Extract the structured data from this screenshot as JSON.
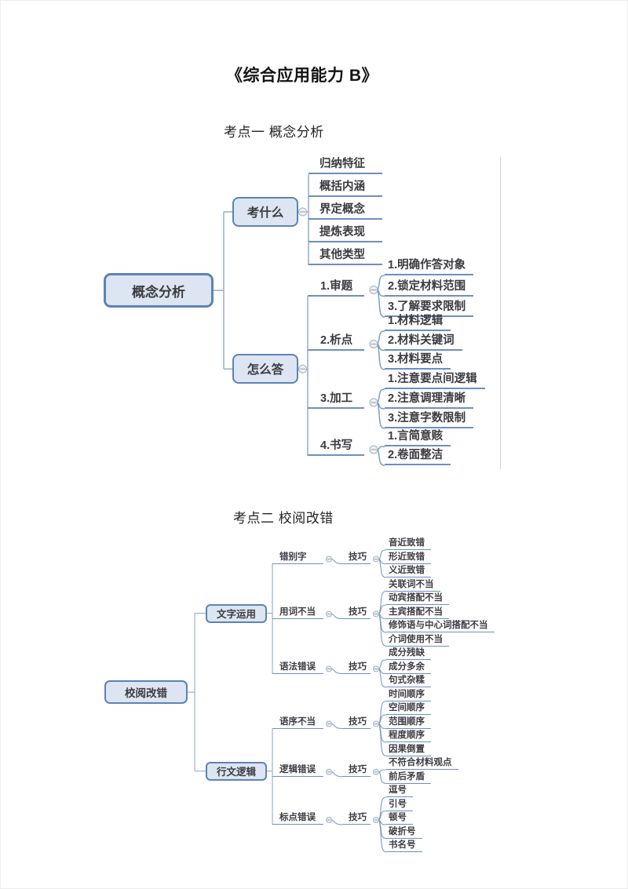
{
  "page": {
    "title": "《综合应用能力 B》",
    "sections": [
      {
        "heading": "考点一 概念分析"
      },
      {
        "heading": "考点二  校阅改错"
      }
    ]
  },
  "map1": {
    "root": "概念分析",
    "branches": [
      {
        "label": "考什么",
        "leaves": [
          "归纳特征",
          "概括内涵",
          "界定概念",
          "提炼表现",
          "其他类型"
        ]
      },
      {
        "label": "怎么答",
        "groups": [
          {
            "label": "1.审题",
            "leaves": [
              "1.明确作答对象",
              "2.锁定材料范围",
              "3.了解要求限制"
            ]
          },
          {
            "label": "2.析点",
            "leaves": [
              "1.材料逻辑",
              "2.材料关键词",
              "3.材料要点"
            ]
          },
          {
            "label": "3.加工",
            "leaves": [
              "1.注意要点间逻辑",
              "2.注意调理清晰",
              "3.注意字数限制"
            ]
          },
          {
            "label": "4.书写",
            "leaves": [
              "1.言简意赅",
              "2.卷面整洁"
            ]
          }
        ]
      }
    ]
  },
  "map2": {
    "root": "校阅改错",
    "branches": [
      {
        "label": "文字运用",
        "topics": [
          {
            "label": "错别字",
            "mid": "技巧",
            "leaves": [
              "音近致错",
              "形近致错",
              "义近致错"
            ]
          },
          {
            "label": "用词不当",
            "mid": "技巧",
            "leaves": [
              "关联词不当",
              "动宾搭配不当",
              "主宾搭配不当",
              "修饰语与中心词搭配不当",
              "介词使用不当"
            ]
          },
          {
            "label": "语法错误",
            "mid": "技巧",
            "leaves": [
              "成分残缺",
              "成分多余",
              "句式杂糅"
            ]
          }
        ]
      },
      {
        "label": "行文逻辑",
        "topics": [
          {
            "label": "语序不当",
            "mid": "技巧",
            "leaves": [
              "时间顺序",
              "空间顺序",
              "范围顺序",
              "程度顺序",
              "因果倒置"
            ]
          },
          {
            "label": "逻辑错误",
            "mid": "技巧",
            "leaves": [
              "不符合材料观点",
              "前后矛盾"
            ]
          },
          {
            "label": "标点错误",
            "mid": "技巧",
            "leaves": [
              "逗号",
              "引号",
              "顿号",
              "破折号",
              "书名号"
            ]
          }
        ]
      }
    ]
  }
}
